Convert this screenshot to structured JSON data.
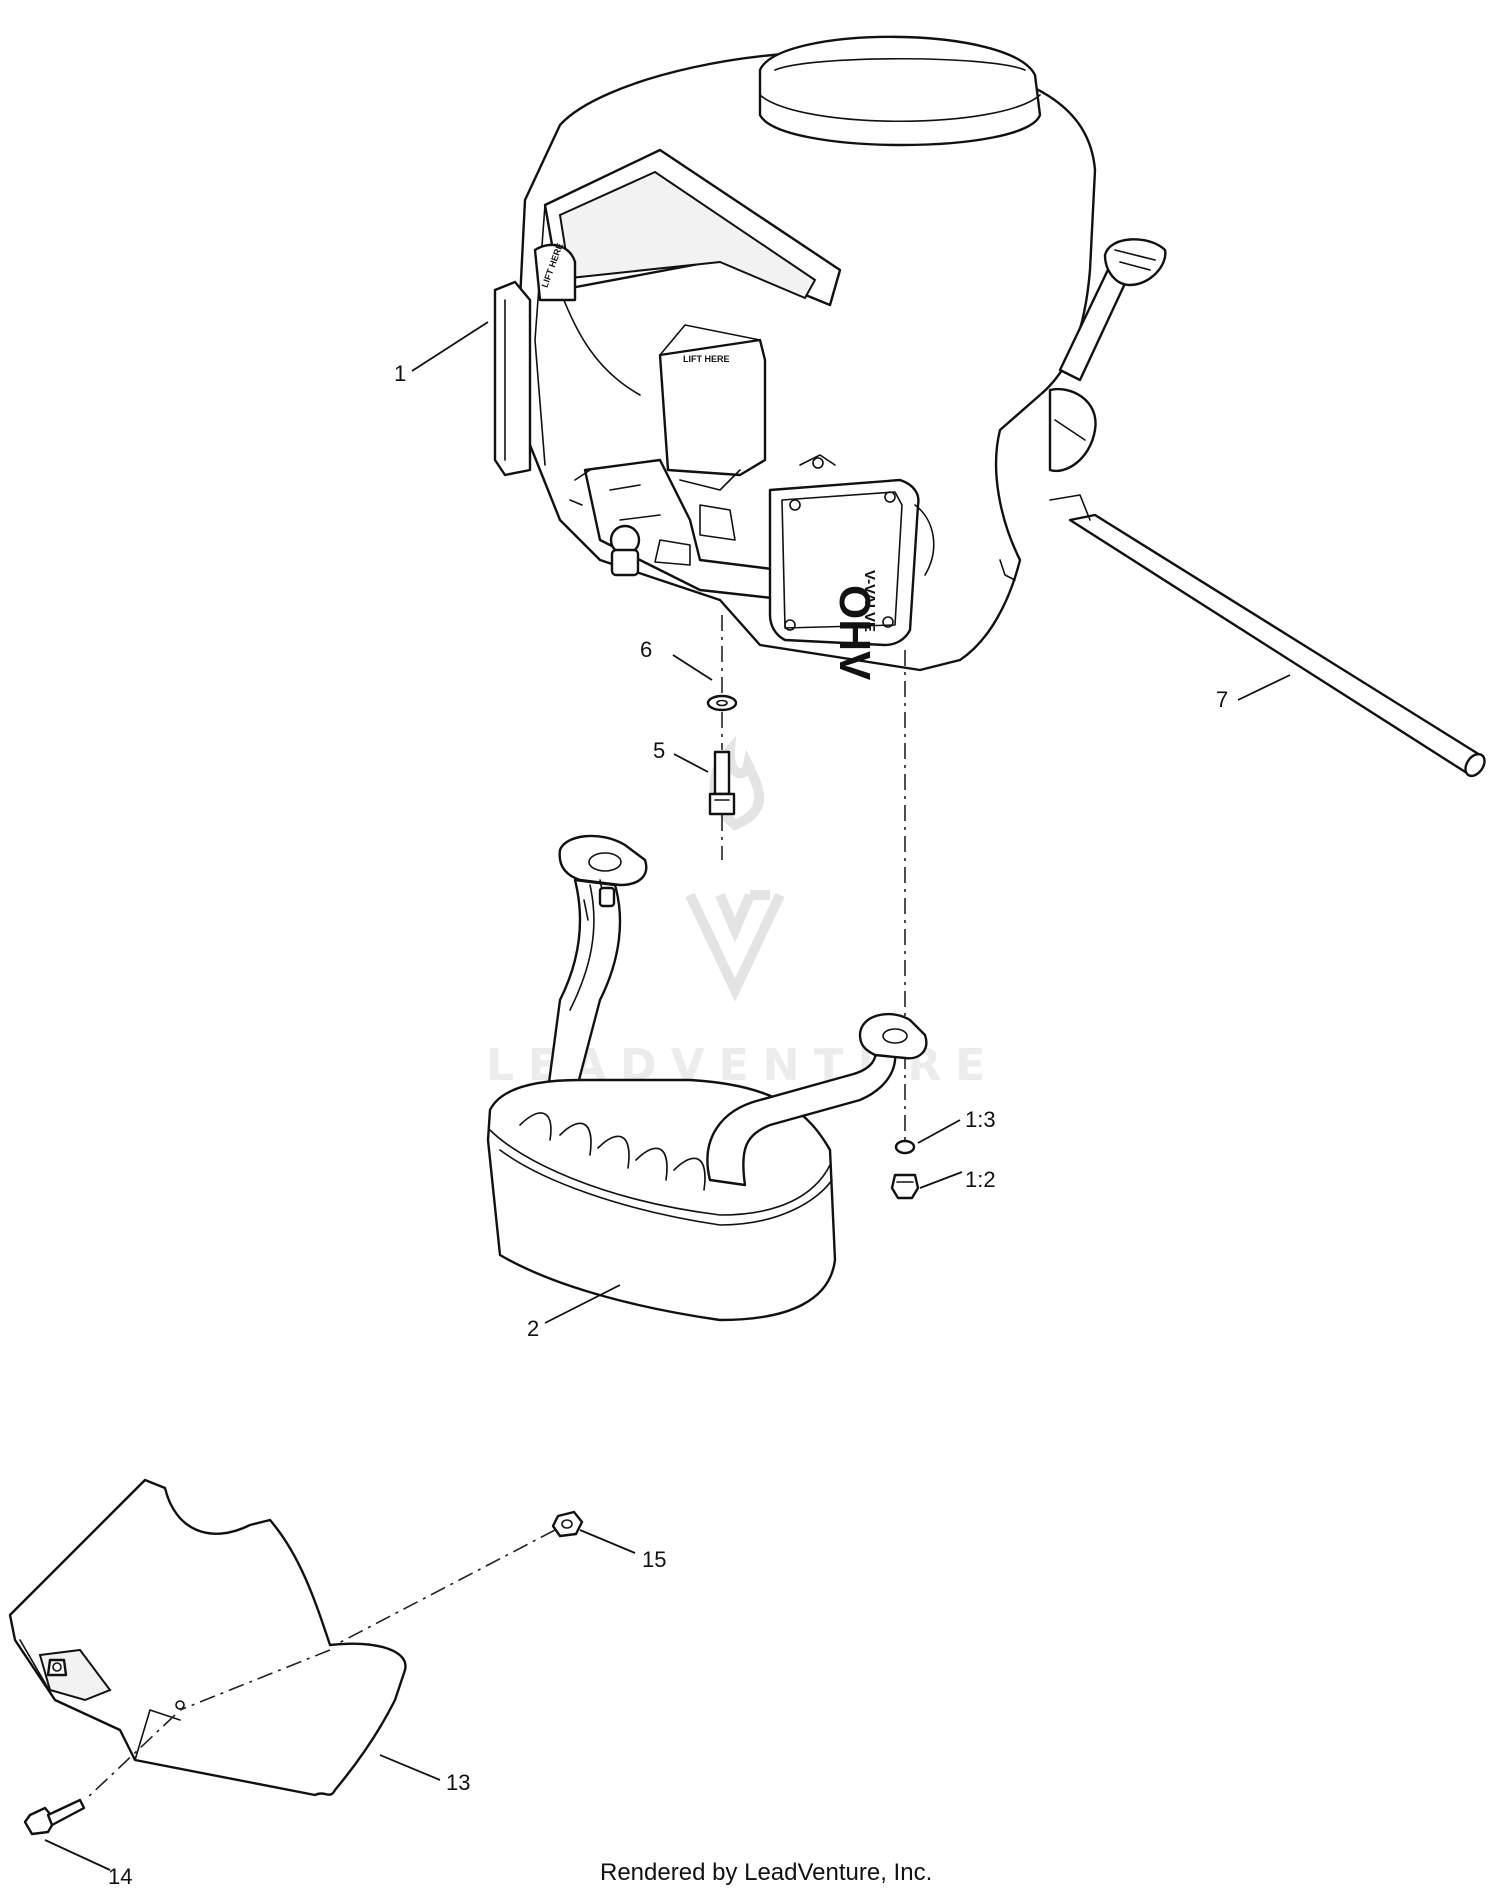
{
  "diagram": {
    "callouts": {
      "c1": "1",
      "c2": "2",
      "c5": "5",
      "c6": "6",
      "c7": "7",
      "c13": "13",
      "c14": "14",
      "c15": "15",
      "c1_2": "1:2",
      "c1_3": "1:3"
    },
    "engine_labels": {
      "lift_here_1": "LIFT HERE",
      "lift_here_2": "LIFT HERE",
      "ohv": "OHV",
      "v_valve": "V-VALVE"
    },
    "watermark": "LEADVENTURE",
    "footer": "Rendered by LeadVenture, Inc."
  }
}
